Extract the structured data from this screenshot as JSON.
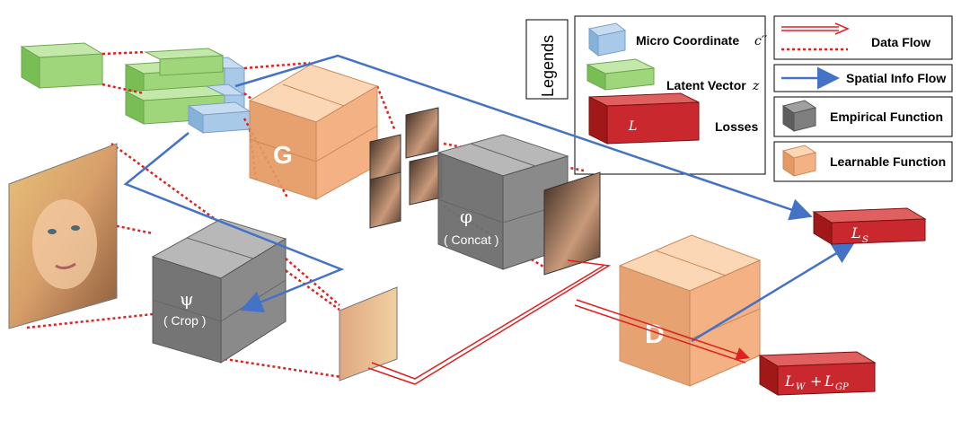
{
  "legend": {
    "title": "Legends",
    "micro_coordinate": "Micro Coordinate",
    "micro_coordinate_symbol": "c′′",
    "latent_vector": "Latent Vector",
    "latent_vector_symbol": "z",
    "losses": "Losses",
    "losses_symbol": "L",
    "data_flow": "Data Flow",
    "spatial_info_flow": "Spatial Info Flow",
    "empirical_function": "Empirical Function",
    "learnable_function": "Learnable Function"
  },
  "blocks": {
    "generator": "G",
    "discriminator": "D",
    "concat_symbol": "φ",
    "concat_text": "( Concat )",
    "crop_symbol": "ψ",
    "crop_text": "( Crop )"
  },
  "losses": {
    "spatial_loss_main": "L",
    "spatial_loss_sub": "S",
    "adv_loss_main1": "L",
    "adv_loss_sub1": "W",
    "adv_loss_plus": "+",
    "adv_loss_main2": "L",
    "adv_loss_sub2": "GP"
  },
  "colors": {
    "data_flow": "#e02020",
    "spatial_flow": "#4472c4",
    "learnable": "#f4b183",
    "empirical": "#7f7f7f",
    "loss": "#c0202a",
    "latent": "#8fd06a",
    "micro": "#9dc3e6"
  }
}
